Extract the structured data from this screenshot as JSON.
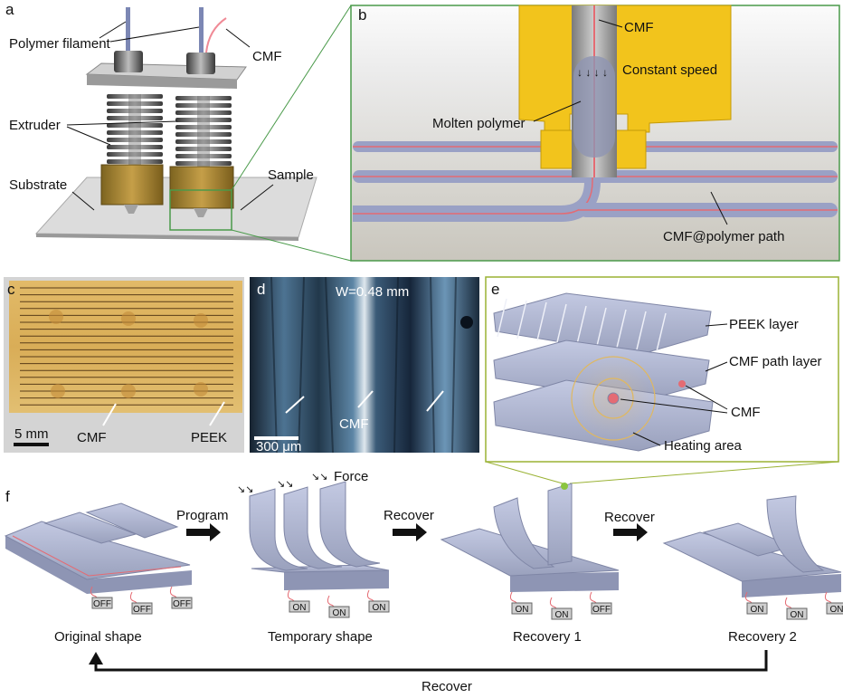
{
  "panels": {
    "a": {
      "letter": "a",
      "polymer_filament": "Polymer filament",
      "cmf": "CMF",
      "extruder": "Extruder",
      "substrate": "Substrate",
      "sample": "Sample"
    },
    "b": {
      "letter": "b",
      "cmf": "CMF",
      "constant_speed": "Constant speed",
      "molten_polymer": "Molten polymer",
      "path": "CMF@polymer path"
    },
    "c": {
      "letter": "c",
      "scale": "5 mm",
      "cmf": "CMF",
      "peek": "PEEK"
    },
    "d": {
      "letter": "d",
      "width": "W=0.48 mm",
      "cmf": "CMF",
      "scale": "300 μm"
    },
    "e": {
      "letter": "e",
      "peek_layer": "PEEK layer",
      "cmf_path_layer": "CMF path layer",
      "cmf": "CMF",
      "heating_area": "Heating area"
    },
    "f": {
      "letter": "f",
      "force": "Force",
      "program": "Program",
      "recover_1": "Recover",
      "recover_2": "Recover",
      "recover_bottom": "Recover",
      "shapes": [
        {
          "name": "Original shape",
          "switches": [
            "OFF",
            "OFF",
            "OFF"
          ]
        },
        {
          "name": "Temporary shape",
          "switches": [
            "ON",
            "ON",
            "ON"
          ]
        },
        {
          "name": "Recovery 1",
          "switches": [
            "ON",
            "ON",
            "OFF"
          ]
        },
        {
          "name": "Recovery 2",
          "switches": [
            "ON",
            "ON",
            "ON"
          ]
        }
      ]
    }
  },
  "colors": {
    "green_frame": "#4a9a4a",
    "olive_frame": "#9ab234",
    "gold": "#f2c41c",
    "steel": "#9aa1bd",
    "cmf_red": "#e46b73"
  }
}
